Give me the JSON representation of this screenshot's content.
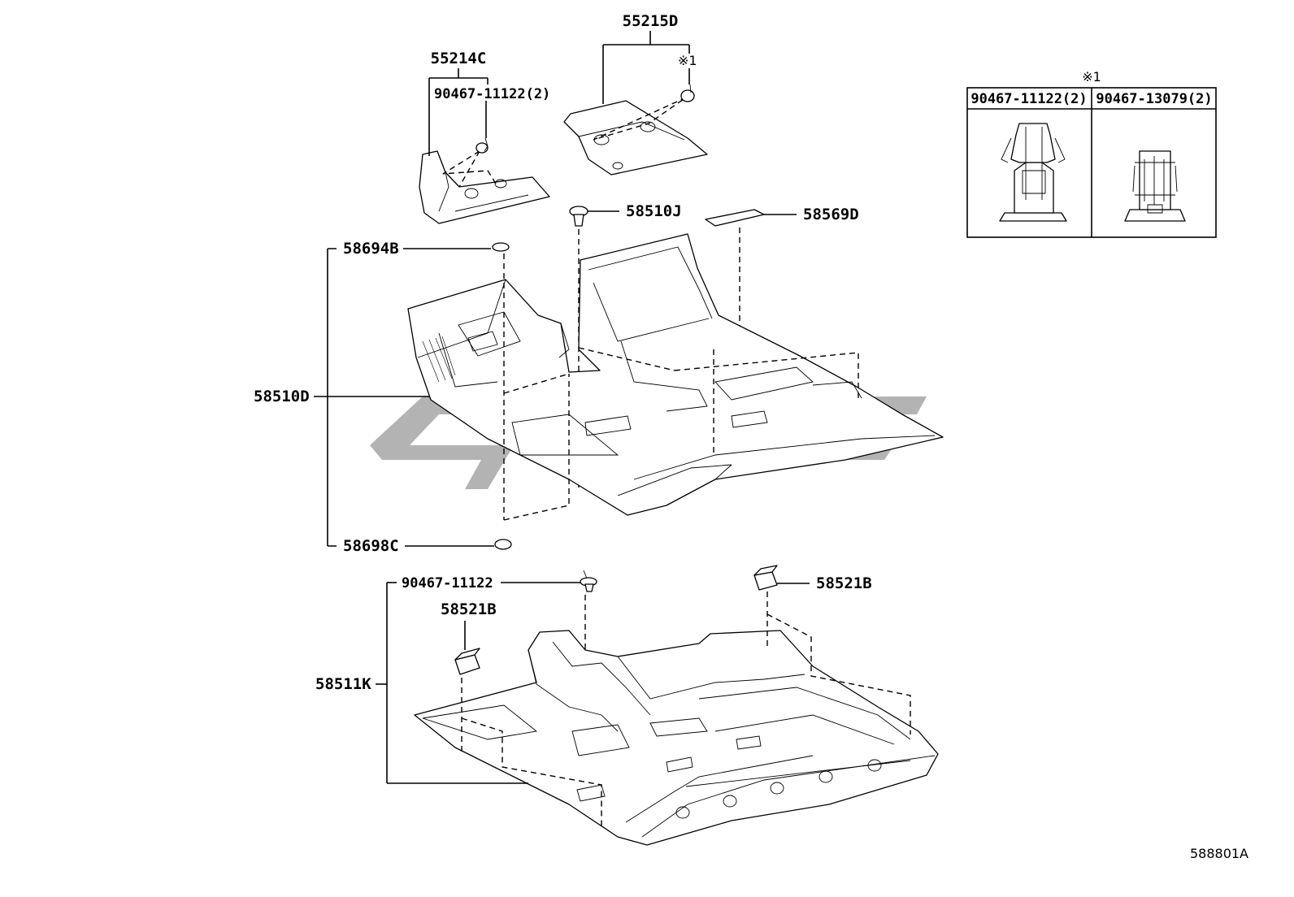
{
  "labels": {
    "p55215D": "55215D",
    "p55214C": "55214C",
    "clip_top": "90467-11122(2)",
    "note_mark": "※1",
    "p58510J": "58510J",
    "p58569D": "58569D",
    "p58694B": "58694B",
    "p58510D": "58510D",
    "p58698C": "58698C",
    "clip_lower": "90467-11122",
    "p58521B_left": "58521B",
    "p58521B_right": "58521B",
    "p58511K": "58511K"
  },
  "legend": {
    "note_mark": "※1",
    "col1": "90467-11122(2)",
    "col2": "90467-13079(2)"
  },
  "reference_code": "588801A",
  "watermark_color": "#9d9d9d"
}
